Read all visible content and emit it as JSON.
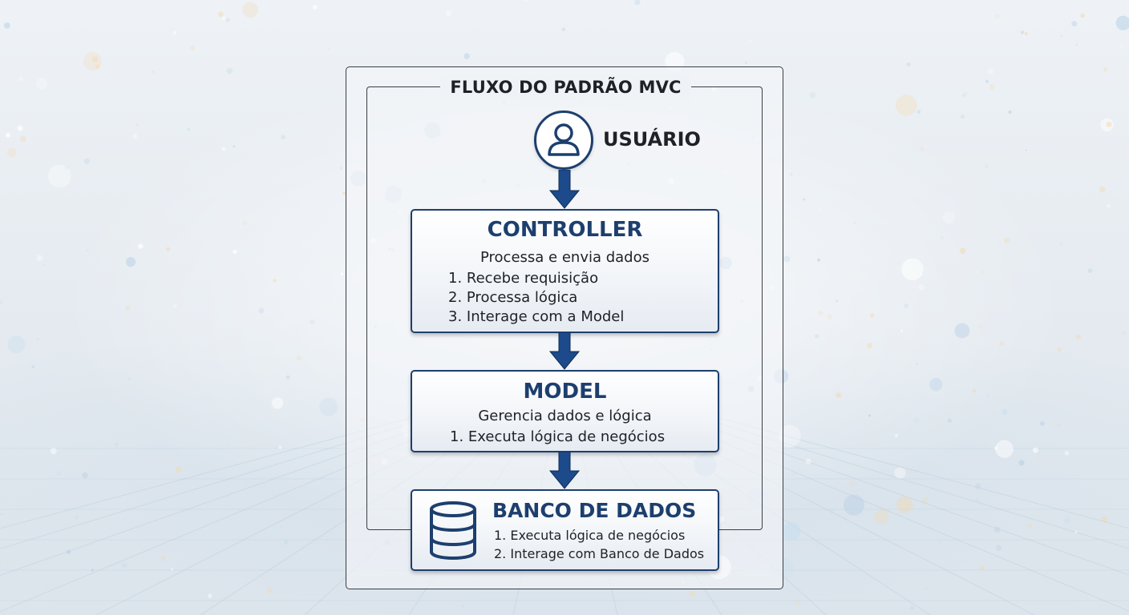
{
  "diagram": {
    "title": "FLUXO DO PADRÃO MVC",
    "user": {
      "label": "USUÁRIO",
      "icon": "user-icon"
    },
    "controller": {
      "title": "CONTROLLER",
      "subtitle": "Processa e envia dados",
      "items": [
        "1. Recebe requisição",
        "2. Processa lógica",
        "3. Interage com a Model"
      ]
    },
    "model": {
      "title": "MODEL",
      "subtitle": "Gerencia dados e lógica",
      "items": [
        "1. Executa lógica de negócios"
      ]
    },
    "database": {
      "title": "BANCO DE DADOS",
      "icon": "database-icon",
      "items": [
        "1. Executa lógica de negócios",
        "2. Interage com Banco de Dados"
      ]
    }
  },
  "colors": {
    "accent": "#1d3f6e",
    "arrow": "#1c4a8a",
    "frame": "#3a3f45",
    "text": "#1e2126"
  }
}
